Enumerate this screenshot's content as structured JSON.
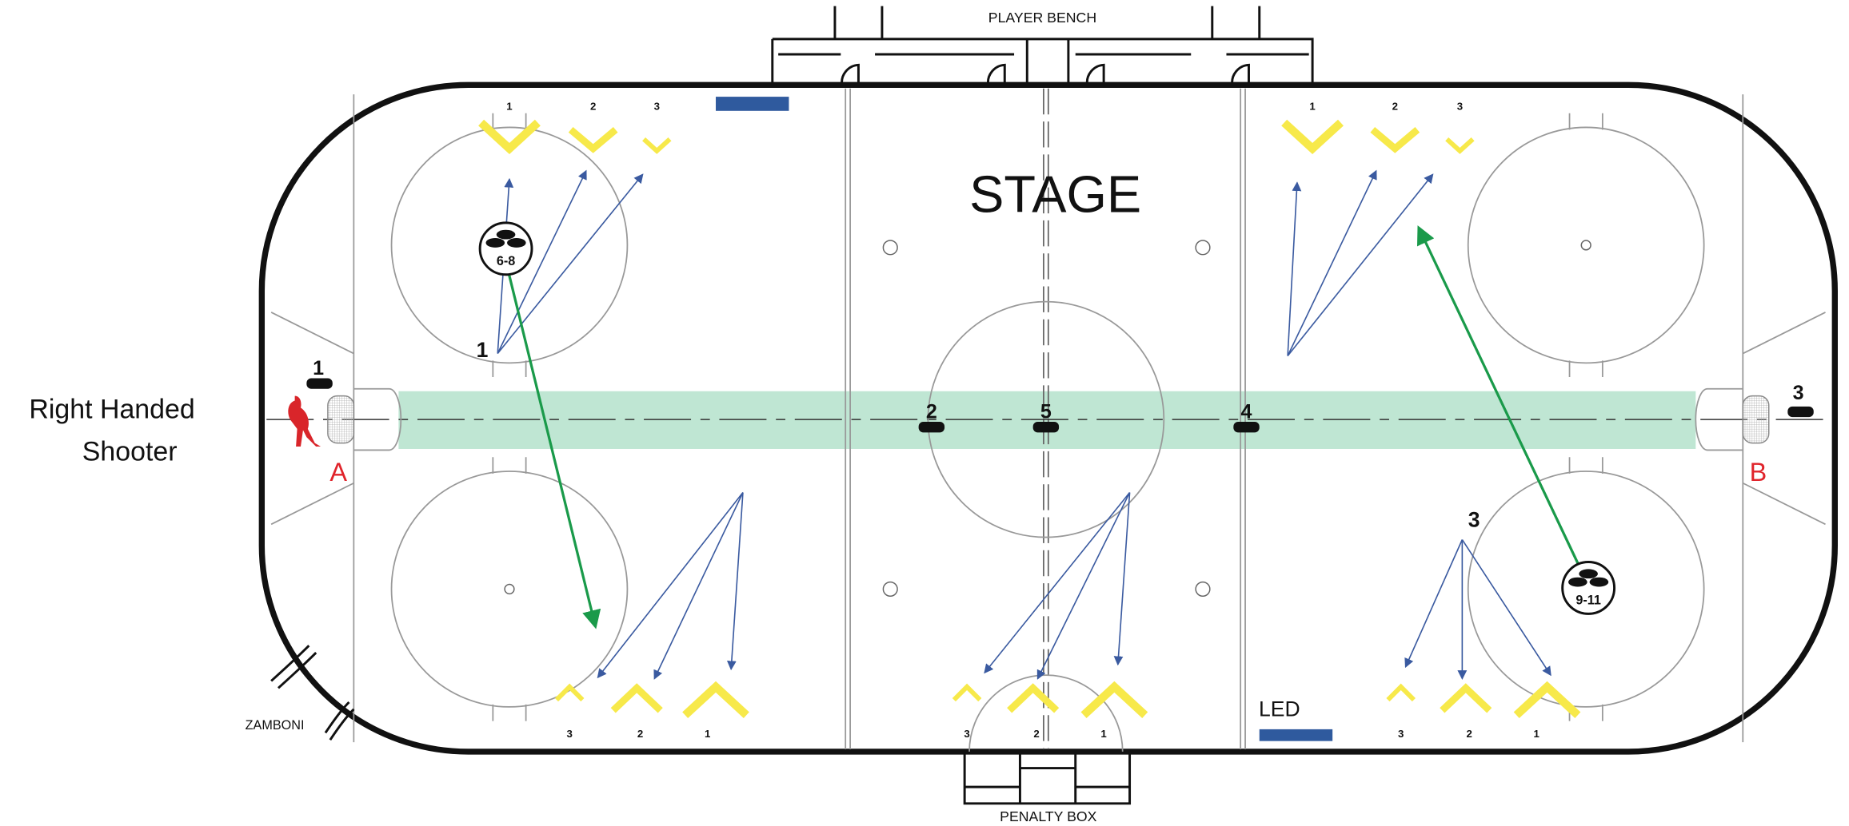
{
  "labels": {
    "stage": "STAGE",
    "player_bench": "PLAYER BENCH",
    "penalty_box": "PENALTY BOX",
    "zamboni": "ZAMBONI",
    "led": "LED",
    "shooter_line1": "Right Handed",
    "shooter_line2": "Shooter",
    "goal_a": "A",
    "goal_b": "B"
  },
  "pucks": {
    "p1": "1",
    "p2": "2",
    "p3": "3",
    "p4": "4",
    "p5": "5",
    "stack_left": "6-8",
    "stack_right": "9-11"
  },
  "shot_origins": {
    "left_top": "1",
    "right_bottom": "3"
  },
  "targets": {
    "top_left": [
      "1",
      "2",
      "3"
    ],
    "top_right": [
      "1",
      "2",
      "3"
    ],
    "bottom_left": [
      "3",
      "2",
      "1"
    ],
    "bottom_center": [
      "3",
      "2",
      "1"
    ],
    "bottom_right": [
      "3",
      "2",
      "1"
    ]
  },
  "colors": {
    "target": "#f7e94a",
    "zone": "#bfe6d3",
    "pass": "#3a5aa0",
    "long_pass": "#1a9a4a",
    "goal_label": "#e0242b",
    "led": "#2f5a9e"
  }
}
